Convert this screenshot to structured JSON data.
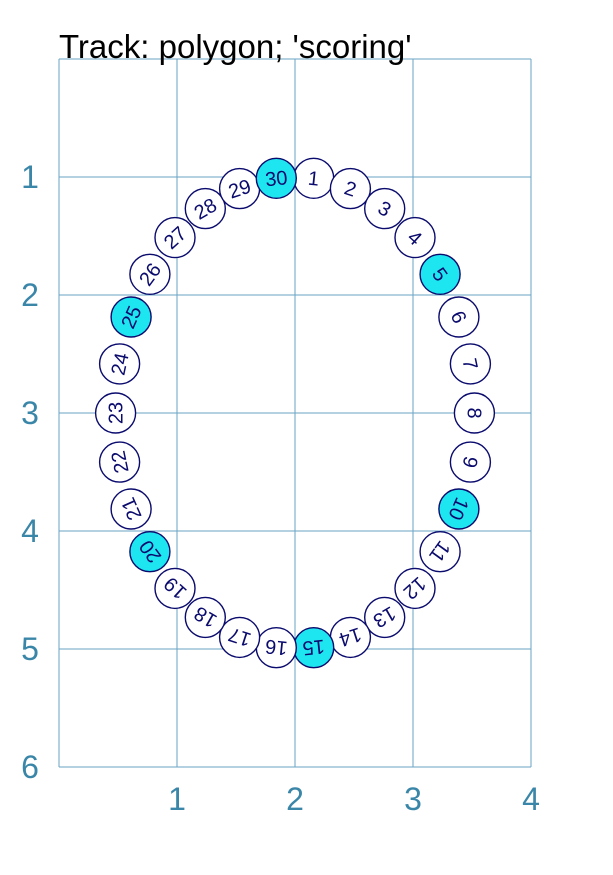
{
  "title": "Track: polygon; 'scoring'",
  "colors": {
    "grid": "#6aa3c4",
    "axis_text": "#3a86a8",
    "title_text": "#000000",
    "space_stroke": "#0b0b6e",
    "space_text": "#0b0b6e",
    "space_fill": "#ffffff",
    "scoring_fill": "#1ee6f0"
  },
  "grid": {
    "x_ticks": [
      "1",
      "2",
      "3",
      "4"
    ],
    "y_ticks": [
      "1",
      "2",
      "3",
      "4",
      "5",
      "6"
    ]
  },
  "track": {
    "shape": "polygon",
    "space_count": 30,
    "scoring_every": 5,
    "spaces": [
      {
        "label": "1",
        "scoring": false
      },
      {
        "label": "2",
        "scoring": false
      },
      {
        "label": "3",
        "scoring": false
      },
      {
        "label": "4",
        "scoring": false
      },
      {
        "label": "5",
        "scoring": true
      },
      {
        "label": "6",
        "scoring": false
      },
      {
        "label": "7",
        "scoring": false
      },
      {
        "label": "8",
        "scoring": false
      },
      {
        "label": "9",
        "scoring": false
      },
      {
        "label": "10",
        "scoring": true
      },
      {
        "label": "11",
        "scoring": false
      },
      {
        "label": "12",
        "scoring": false
      },
      {
        "label": "13",
        "scoring": false
      },
      {
        "label": "14",
        "scoring": false
      },
      {
        "label": "15",
        "scoring": true
      },
      {
        "label": "16",
        "scoring": false
      },
      {
        "label": "17",
        "scoring": false
      },
      {
        "label": "18",
        "scoring": false
      },
      {
        "label": "19",
        "scoring": false
      },
      {
        "label": "20",
        "scoring": true
      },
      {
        "label": "21",
        "scoring": false
      },
      {
        "label": "22",
        "scoring": false
      },
      {
        "label": "23",
        "scoring": false
      },
      {
        "label": "24",
        "scoring": false
      },
      {
        "label": "25",
        "scoring": true
      },
      {
        "label": "26",
        "scoring": false
      },
      {
        "label": "27",
        "scoring": false
      },
      {
        "label": "28",
        "scoring": false
      },
      {
        "label": "29",
        "scoring": false
      },
      {
        "label": "30",
        "scoring": true
      }
    ]
  }
}
